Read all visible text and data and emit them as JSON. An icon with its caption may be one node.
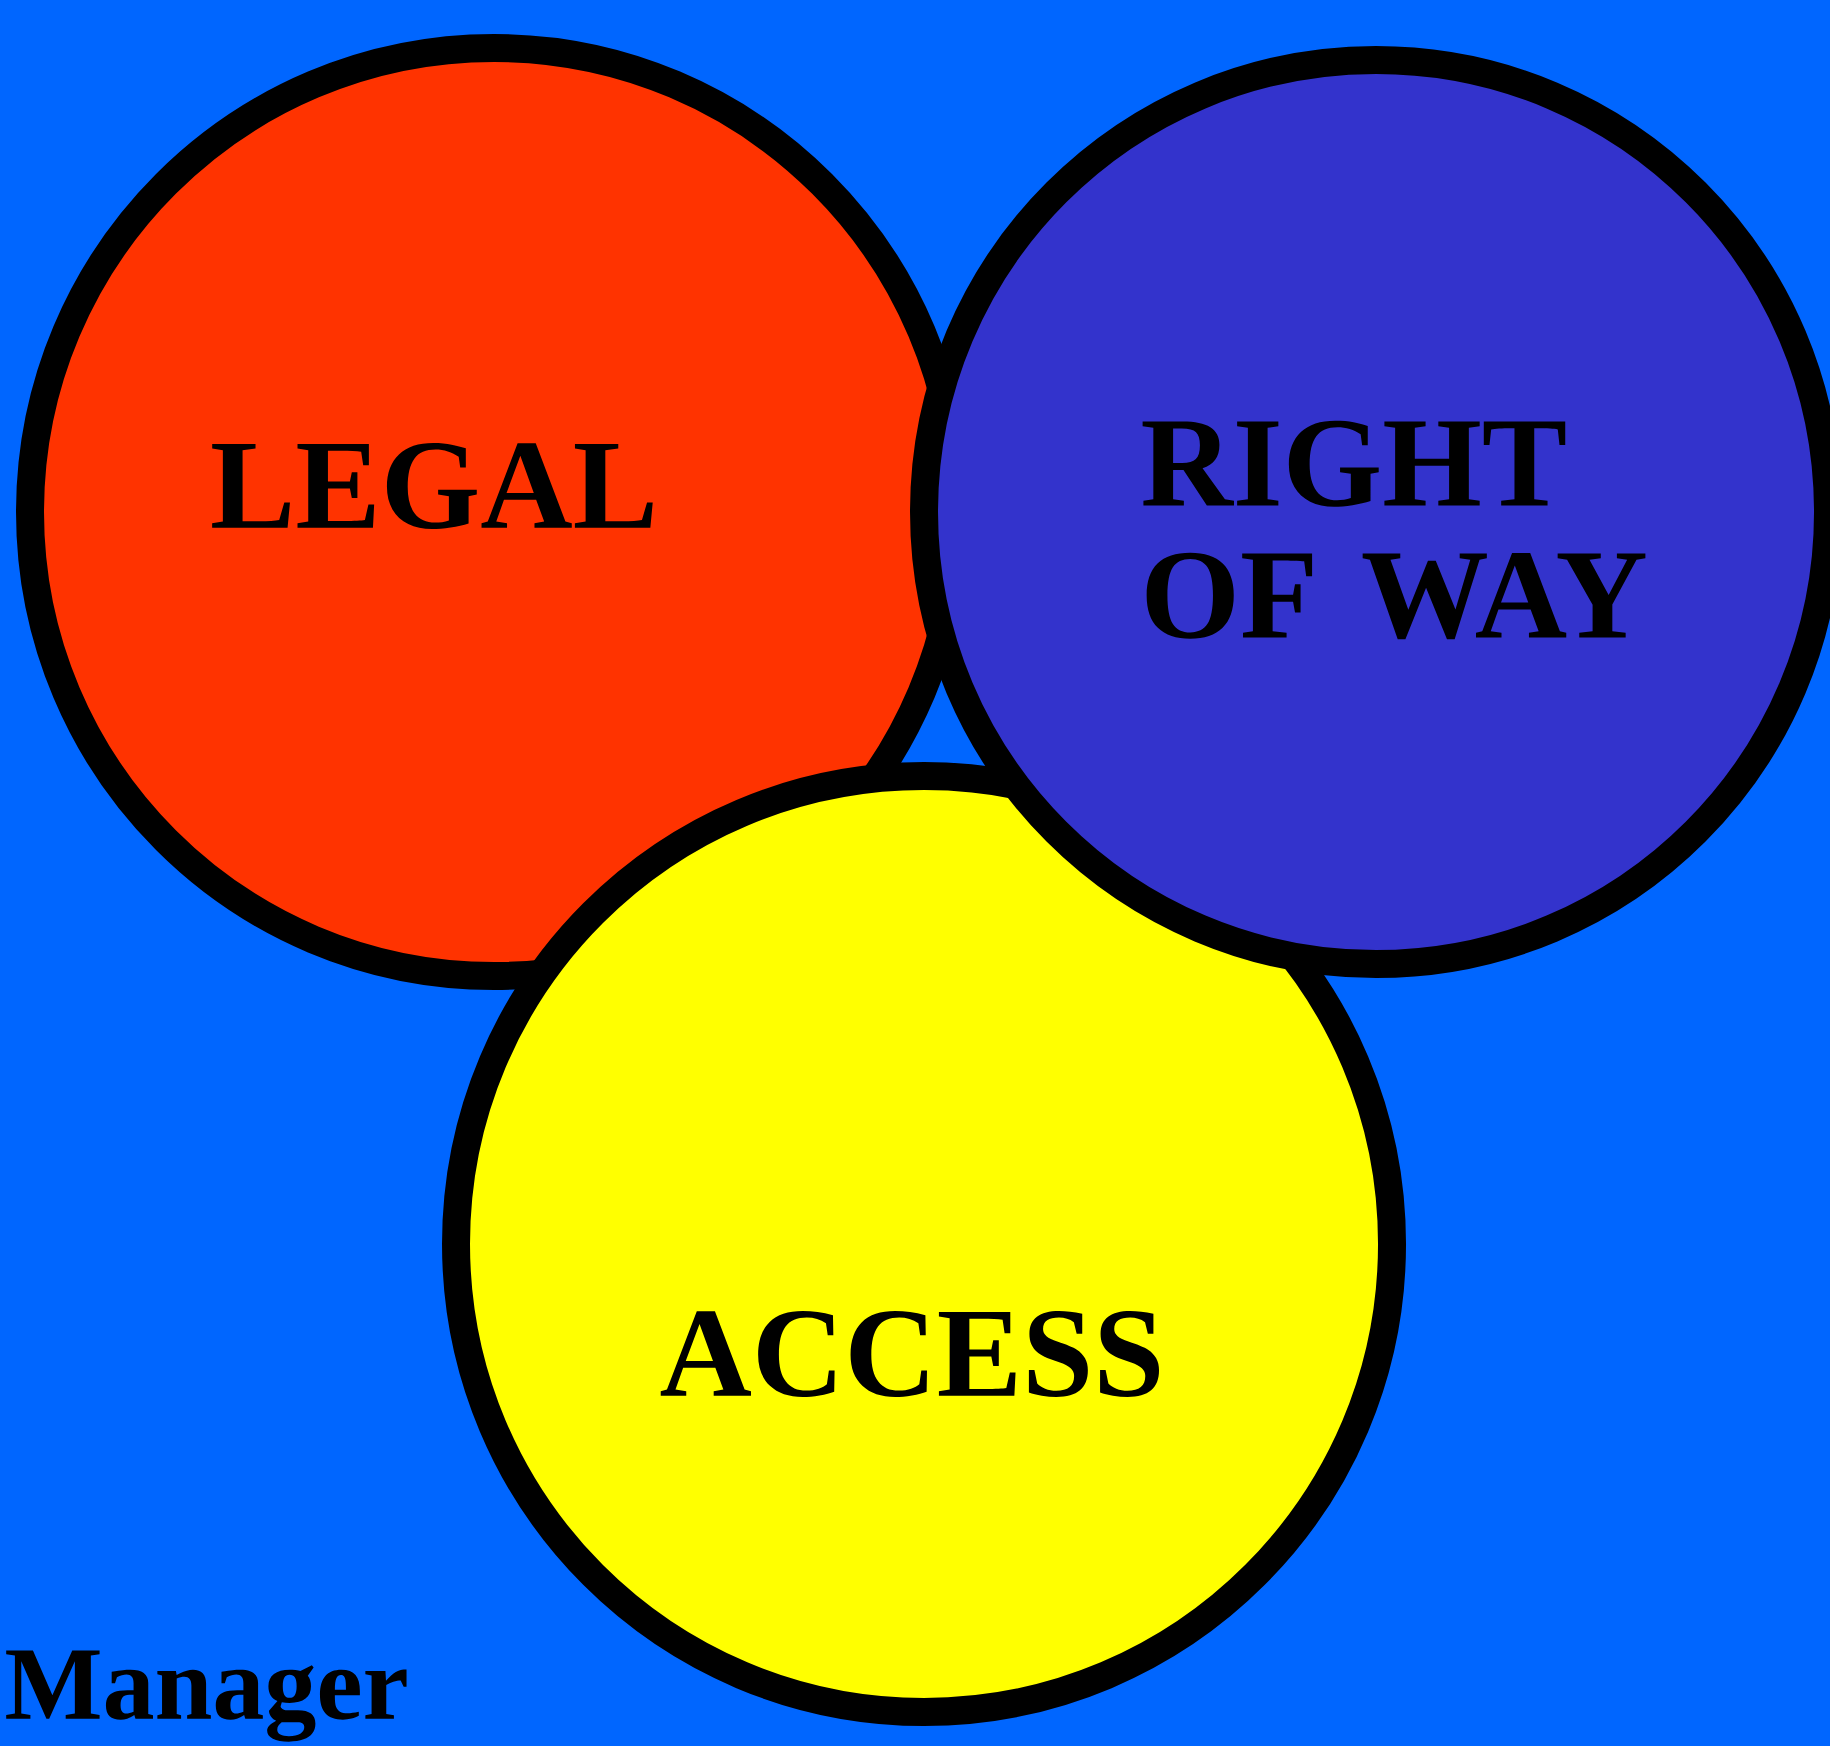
{
  "diagram": {
    "nodes": [
      {
        "text": [
          "LEGAL"
        ]
      },
      {
        "text": [
          "ACCESS"
        ]
      },
      {
        "text": [
          "RIGHT OF WAY"
        ]
      }
    ],
    "labels": [
      "Manager"
    ]
  }
}
